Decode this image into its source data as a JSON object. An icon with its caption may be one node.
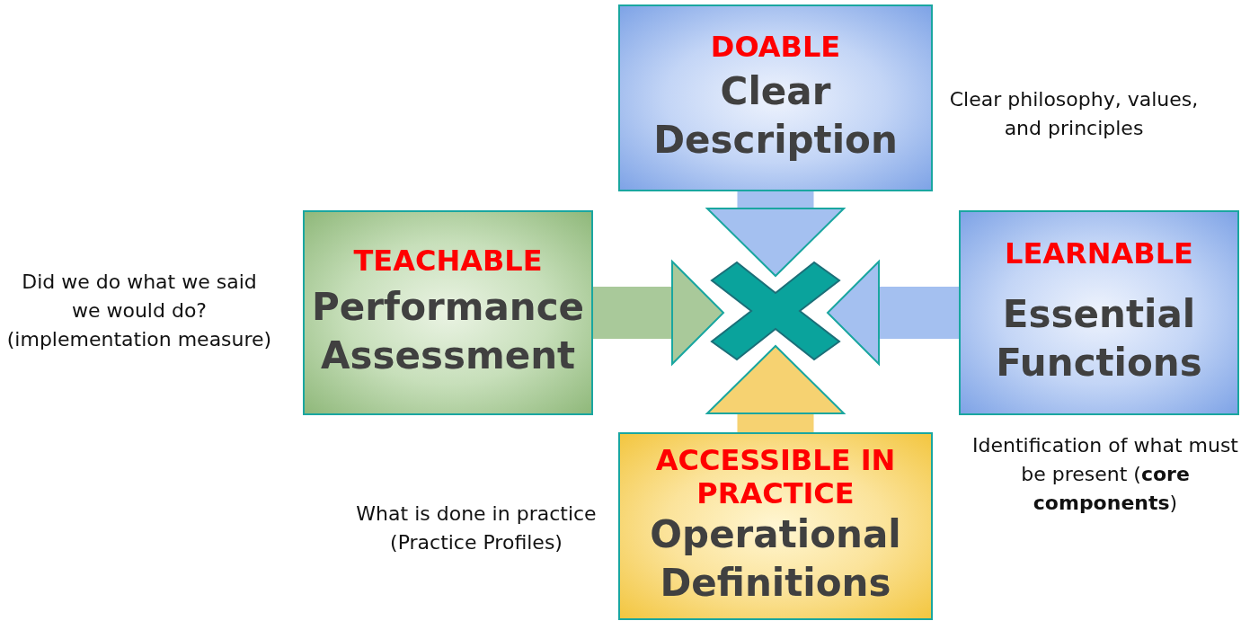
{
  "diagram": {
    "nodes": [
      {
        "text": [
          "DOABLE",
          "Clear Description"
        ],
        "beside": [
          "Clear philosophy, values, and principles"
        ]
      },
      {
        "text": [
          "TEACHABLE",
          "Performance Assessment"
        ],
        "beside": [
          "Did we do what we said we would do? (implementation measure)"
        ]
      },
      {
        "text": [
          "LEARNABLE",
          "Essential Functions"
        ],
        "beside": [
          "Identification of what must be present (**core components**)"
        ]
      },
      {
        "text": [
          "ACCESSIBLE IN PRACTICE",
          "Operational Definitions"
        ],
        "beside": [
          "What is done in practice (Practice Profiles)"
        ]
      },
      {
        "text": [],
        "shape": "cross"
      }
    ],
    "edges": [
      {
        "from": 0,
        "to": 4,
        "arrow": "to",
        "color": "#a4c0f0"
      },
      {
        "from": 1,
        "to": 4,
        "arrow": "to",
        "color": "#a9c99a"
      },
      {
        "from": 2,
        "to": 4,
        "arrow": "to",
        "color": "#a4c0f0"
      },
      {
        "from": 3,
        "to": 4,
        "arrow": "to",
        "color": "#f6d271"
      }
    ]
  }
}
